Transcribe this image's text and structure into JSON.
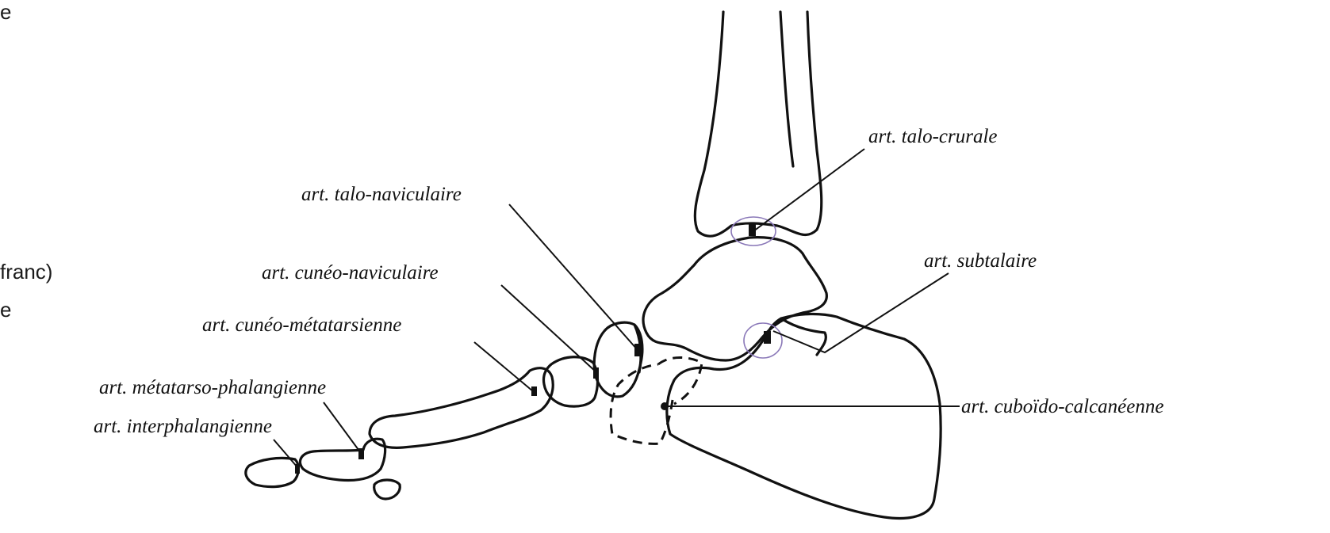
{
  "clipped_text": [
    "e",
    "franc)",
    "e"
  ],
  "labels": {
    "talo_crurale": "art. talo-crurale",
    "talo_naviculaire": "art. talo-naviculaire",
    "subtalaire": "art. subtalaire",
    "cuneo_naviculaire": "art. cunéo-naviculaire",
    "cuneo_metatarsienne": "art. cunéo-métatarsienne",
    "metatarso_phalangienne": "art. métatarso-phalangienne",
    "interphalangienne": "art. interphalangienne",
    "cuboido_calcaneenne": "art. cuboïdo-calcanéenne"
  },
  "colors": {
    "ink": "#111111",
    "pen_marks": "#8a78b8",
    "background": "#ffffff"
  }
}
